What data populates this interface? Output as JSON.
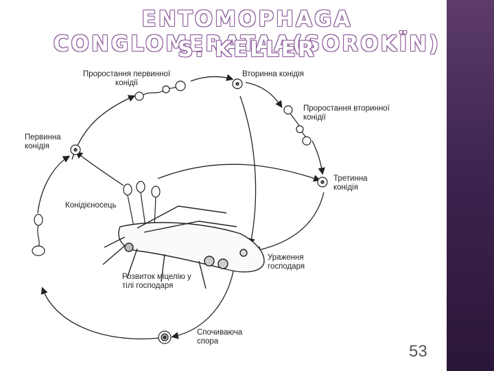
{
  "slide": {
    "title_line1": "ENTOMOPHAGA CONGLOMERATAA(SOROKÏN)",
    "title_line2": "S. KELLER",
    "page_number": "53"
  },
  "diagram": {
    "labels": {
      "primary_germination": "Проростання первинної конідії",
      "secondary_conidium": "Вторинна конідія",
      "secondary_germination": "Проростання вторинної конідії",
      "tertiary_conidium": "Третинна конідія",
      "primary_conidium": "Первинна конідія",
      "conidiophore": "Конідієносець",
      "host_infection": "Ураження господаря",
      "mycelium_development": "Розвиток міцелію у тілі господаря",
      "resting_spore": "Спочиваюча спора"
    }
  }
}
